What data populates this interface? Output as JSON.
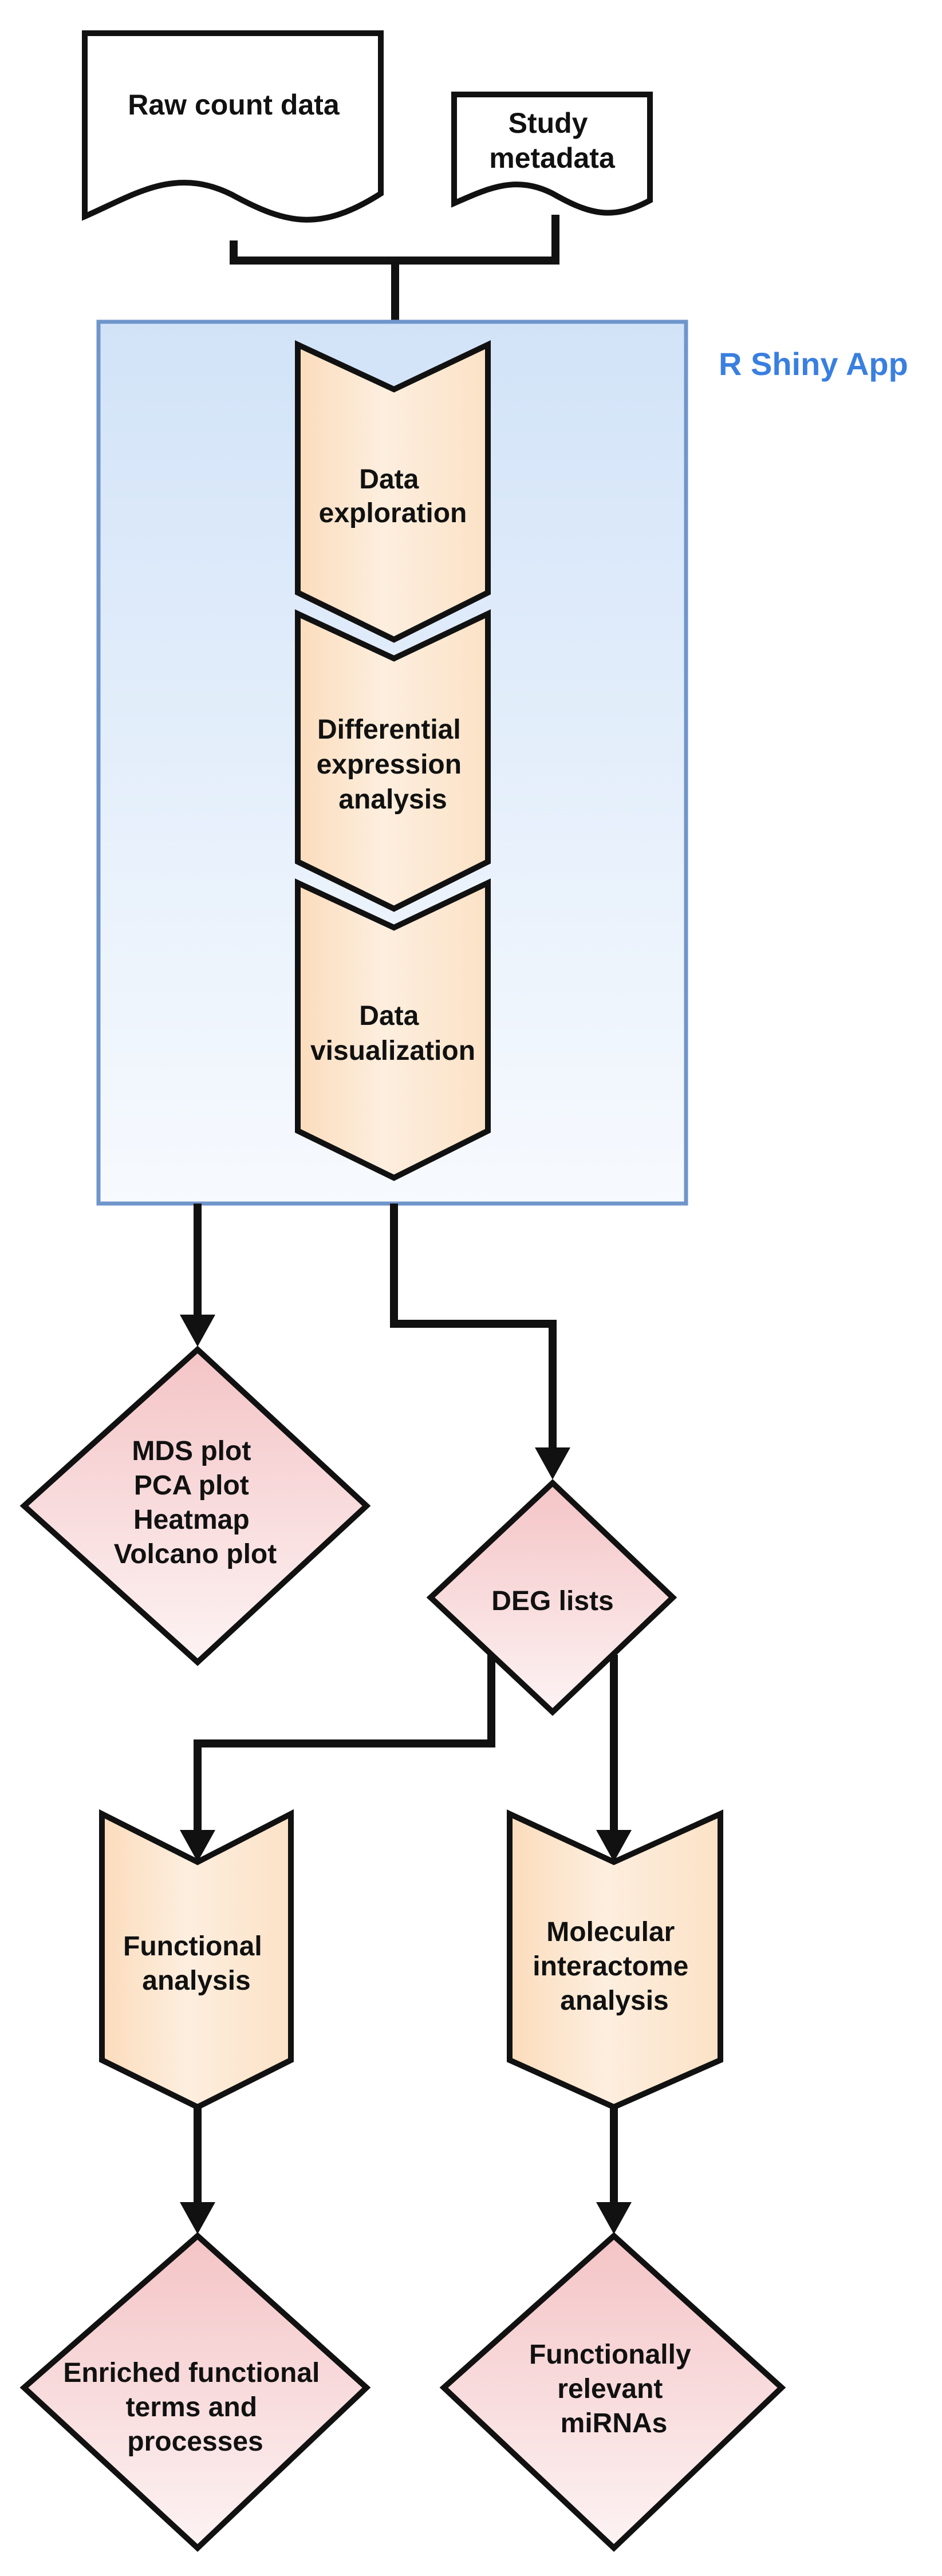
{
  "container": {
    "label": "R Shiny App",
    "label_color": "#3a7fe0",
    "border_color": "#6f96cb"
  },
  "inputs": [
    {
      "id": "raw",
      "lines": [
        "Raw count data"
      ]
    },
    {
      "id": "meta",
      "lines": [
        "Study",
        "metadata"
      ]
    }
  ],
  "app_steps": [
    {
      "id": "explore",
      "lines": [
        "Data",
        "exploration"
      ]
    },
    {
      "id": "dea",
      "lines": [
        "Differential",
        "expression",
        "analysis"
      ]
    },
    {
      "id": "viz",
      "lines": [
        "Data",
        "visualization"
      ]
    }
  ],
  "outputs": [
    {
      "id": "plots",
      "lines": [
        "MDS plot",
        "PCA plot",
        "Heatmap",
        "Volcano plot"
      ]
    },
    {
      "id": "deg",
      "lines": [
        "DEG lists"
      ]
    },
    {
      "id": "enriched",
      "lines": [
        "Enriched functional",
        "terms and",
        "processes"
      ]
    },
    {
      "id": "mirna",
      "lines": [
        "Functionally",
        "relevant",
        "miRNAs"
      ]
    }
  ],
  "analyses": [
    {
      "id": "func",
      "lines": [
        "Functional",
        "analysis"
      ]
    },
    {
      "id": "mol",
      "lines": [
        "Molecular",
        "interactome",
        "analysis"
      ]
    }
  ]
}
